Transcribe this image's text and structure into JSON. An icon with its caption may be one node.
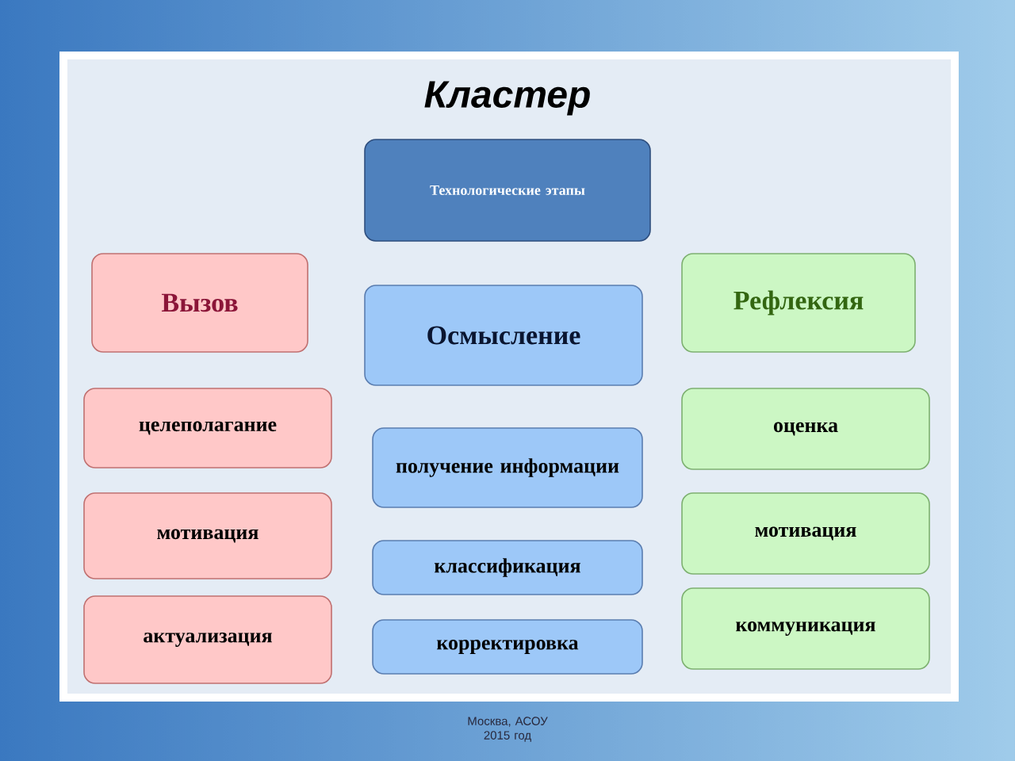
{
  "diagram": {
    "title": "Кластер",
    "nodes": [
      {
        "text": [
          "Технологические этапы"
        ]
      },
      {
        "text": [
          "Вызов"
        ]
      },
      {
        "text": [
          "Осмысление"
        ]
      },
      {
        "text": [
          "Рефлексия"
        ]
      },
      {
        "text": [
          "целеполагание"
        ]
      },
      {
        "text": [
          "получение информации"
        ]
      },
      {
        "text": [
          "оценка"
        ]
      },
      {
        "text": [
          "мотивация"
        ]
      },
      {
        "text": [
          "классификация"
        ]
      },
      {
        "text": [
          "мотивация"
        ]
      },
      {
        "text": [
          "актуализация"
        ]
      },
      {
        "text": [
          "корректировка"
        ]
      },
      {
        "text": [
          "коммуникация"
        ]
      }
    ],
    "labels": [
      "Москва,  АСОУ 2015 год"
    ]
  }
}
